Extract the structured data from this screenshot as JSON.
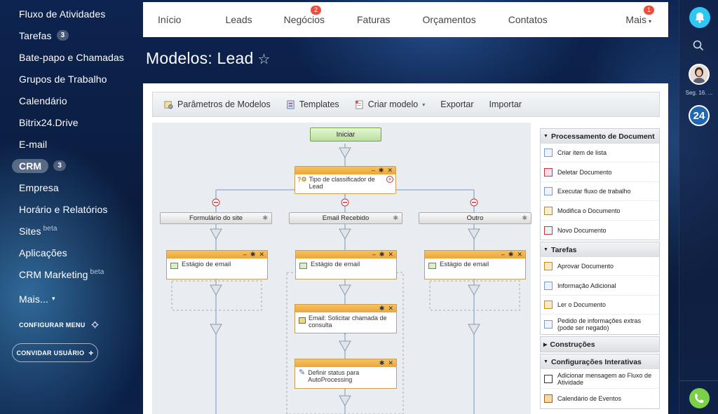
{
  "sidebar": {
    "items": [
      {
        "label": "Fluxo de Atividades"
      },
      {
        "label": "Tarefas",
        "count": "3"
      },
      {
        "label": "Bate-papo e Chamadas"
      },
      {
        "label": "Grupos de Trabalho"
      },
      {
        "label": "Calendário"
      },
      {
        "label": "Bitrix24.Drive"
      },
      {
        "label": "E-mail"
      },
      {
        "label": "CRM",
        "count": "3"
      },
      {
        "label": "Empresa"
      },
      {
        "label": "Horário e Relatórios"
      },
      {
        "label": "Sites",
        "sup": "beta"
      },
      {
        "label": "Aplicações"
      },
      {
        "label": "CRM Marketing",
        "sup": "beta"
      },
      {
        "label": "Mais..."
      }
    ],
    "configure_menu": "CONFIGURAR MENU",
    "invite_user": "CONVIDAR USUÁRIO"
  },
  "topmenu": {
    "tabs": [
      {
        "label": "Início"
      },
      {
        "label": "Leads"
      },
      {
        "label": "Negócios",
        "badge": "2"
      },
      {
        "label": "Faturas"
      },
      {
        "label": "Orçamentos"
      },
      {
        "label": "Contatos"
      }
    ],
    "more": {
      "label": "Mais",
      "badge": "1"
    }
  },
  "page": {
    "title": "Modelos: Lead",
    "star": "☆"
  },
  "toolbar": {
    "params": "Parâmetros de Modelos",
    "templates": "Templates",
    "create": "Criar modelo",
    "export": "Exportar",
    "import": "Importar"
  },
  "workflow": {
    "start": "Iniciar",
    "classifier_l1": "Tipo de classificador de",
    "classifier_l2": "Lead",
    "branches": [
      "Formulário do site",
      "Email Recebido",
      "Outro"
    ],
    "stage": "Estágio de email",
    "email_request_l1": "Email: Solicitar chamada de",
    "email_request_l2": "consulta",
    "set_status_l1": "Definir status para",
    "set_status_l2": "AutoProcessing"
  },
  "palette": {
    "groups": [
      {
        "title": "Processamento de Document",
        "open": true,
        "items": [
          {
            "l1": "Criar item de lista"
          },
          {
            "l1": "Deletar Documento"
          },
          {
            "l1": "Executar fluxo de trabalho"
          },
          {
            "l1": "Modifica o Documento"
          },
          {
            "l1": "Novo Documento"
          }
        ]
      },
      {
        "title": "Tarefas",
        "open": true,
        "items": [
          {
            "l1": "Aprovar Documento"
          },
          {
            "l1": "Informação Adicional"
          },
          {
            "l1": "Ler o Documento"
          },
          {
            "l1": "Pedido de informações extras",
            "l2": "(pode ser negado)"
          }
        ]
      },
      {
        "title": "Construções",
        "open": false,
        "items": []
      },
      {
        "title": "Configurações Interativas",
        "open": true,
        "items": [
          {
            "l1": "Adicionar mensagem ao Fluxo de",
            "l2": "Atividade"
          },
          {
            "l1": "Calendário de Eventos"
          }
        ]
      }
    ]
  },
  "rightbar": {
    "date": "Seg. 16. ...",
    "logo": "24"
  }
}
